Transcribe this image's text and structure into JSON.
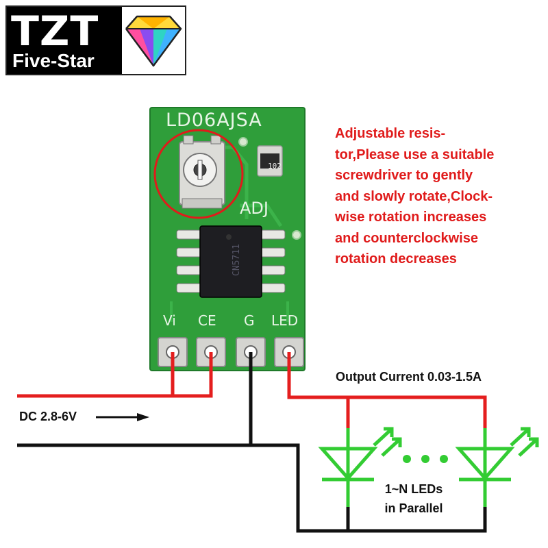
{
  "logo": {
    "brand": "TZT",
    "sub": "Five-Star"
  },
  "board": {
    "title": "LD06AJSA",
    "adj_label": "ADJ",
    "resistor_code": "102",
    "chip_marking": "CN5711",
    "pins": [
      "Vi",
      "CE",
      "G",
      "LED"
    ],
    "pcb_color": "#2f9e3a"
  },
  "annotation": {
    "lines": [
      "Adjustable resis-",
      "tor,Please use a suitable",
      "screwdriver to gently",
      "and slowly rotate,Clock-",
      "wise rotation increases",
      "and counterclockwise",
      "rotation decreases"
    ],
    "color": "#e01b1b"
  },
  "labels": {
    "output_current": "Output Current 0.03-1.5A",
    "input_voltage": "DC 2.8-6V",
    "leds_line1": "1~N LEDs",
    "leds_line2": "in Parallel"
  },
  "colors": {
    "positive_wire": "#e41e1e",
    "negative_wire": "#111111",
    "led_symbol": "#33cc33",
    "highlight_circle": "#e01b1b"
  }
}
